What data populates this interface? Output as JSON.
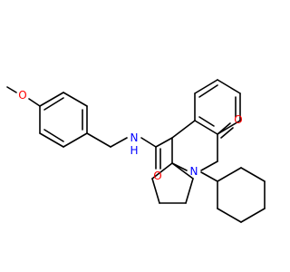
{
  "molecule": {
    "atoms": {
      "methoxy_o": "O",
      "amide_o": "O",
      "lactam_o": "O",
      "amide_n": "N",
      "amide_h": "H",
      "ring_n": "N"
    },
    "colors": {
      "bond": "#000000",
      "oxygen": "#ff0000",
      "nitrogen": "#0000ff",
      "background": "#ffffff"
    }
  }
}
